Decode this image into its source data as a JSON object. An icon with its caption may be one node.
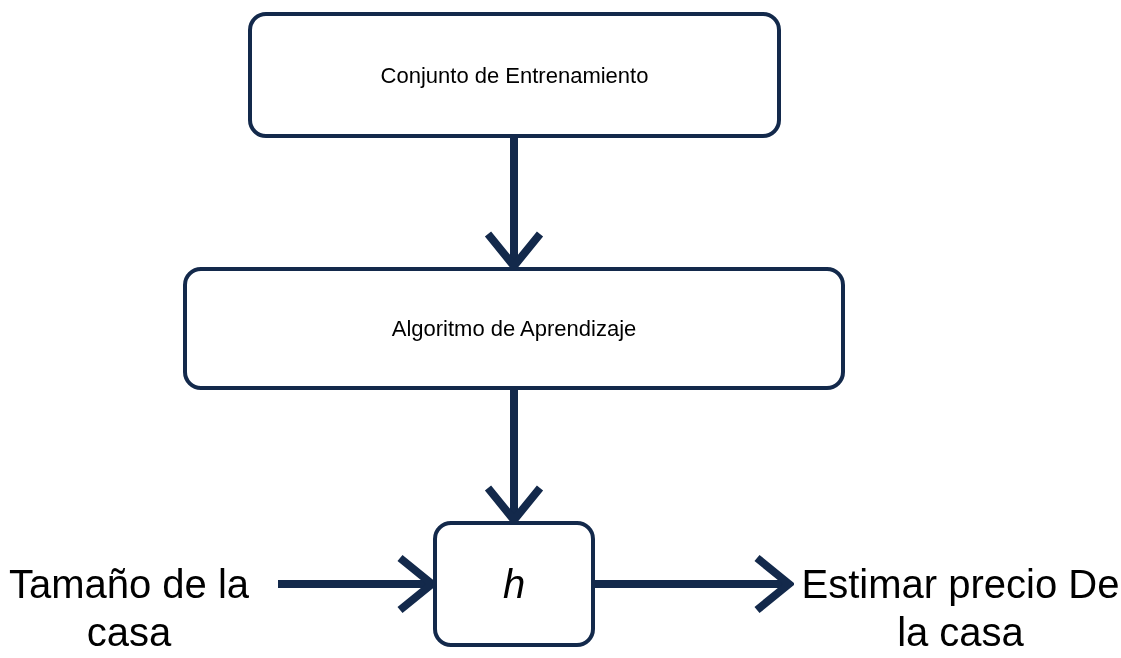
{
  "diagram": {
    "nodes": [
      {
        "text": [
          "Conjunto de Entrenamiento"
        ]
      },
      {
        "text": [
          "Algoritmo de Aprendizaje"
        ]
      },
      {
        "text": [
          "h"
        ]
      },
      {
        "text": [
          "Tamaño de la casa"
        ]
      },
      {
        "text": [
          "Estimar precio De la casa"
        ]
      }
    ],
    "edges": [
      {
        "from": 0,
        "to": 1,
        "arrow": "to"
      },
      {
        "from": 1,
        "to": 2,
        "arrow": "to"
      },
      {
        "from": 3,
        "to": 2,
        "arrow": "to"
      },
      {
        "from": 2,
        "to": 4,
        "arrow": "to"
      }
    ]
  }
}
